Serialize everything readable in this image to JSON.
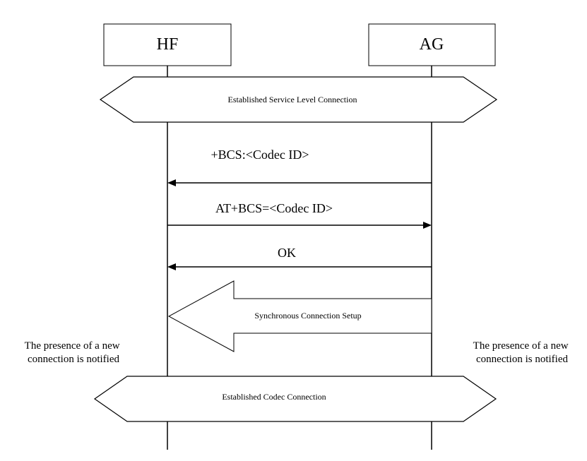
{
  "participants": {
    "hf": "HF",
    "ag": "AG"
  },
  "phases": {
    "service_level": "Established Service Level Connection",
    "codec": "Established Codec Connection"
  },
  "messages": [
    {
      "label": "+BCS:<Codec ID>",
      "from": "AG",
      "to": "HF"
    },
    {
      "label": "AT+BCS=<Codec ID>",
      "from": "HF",
      "to": "AG"
    },
    {
      "label": "OK",
      "from": "AG",
      "to": "HF"
    }
  ],
  "setup": {
    "label": "Synchronous Connection Setup",
    "from": "AG",
    "to": "HF"
  },
  "notes": {
    "left": [
      "The presence of a new",
      "connection is notified"
    ],
    "right": [
      "The presence of a new",
      "connection is notified"
    ]
  }
}
